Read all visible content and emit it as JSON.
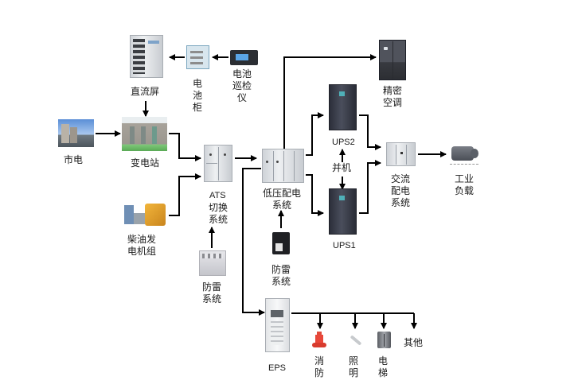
{
  "diagram": {
    "title": "",
    "nodes": {
      "city_power": {
        "label": "市电",
        "icon": "power-plant-icon"
      },
      "substation": {
        "label": "变电站",
        "icon": "substation-icon"
      },
      "dc_panel": {
        "label": "直流屏",
        "icon": "dc-panel-icon"
      },
      "battery_cabinet": {
        "label": "电\n池\n柜",
        "icon": "battery-cabinet-icon"
      },
      "battery_monitor": {
        "label": "电池\n巡检\n仪",
        "icon": "battery-monitor-icon"
      },
      "diesel_generator": {
        "label": "柴油发\n电机组",
        "icon": "diesel-generator-icon"
      },
      "ats": {
        "label_en": "ATS",
        "label": "切换\n系统",
        "icon": "ats-cabinet-icon"
      },
      "lightning_ats": {
        "label": "防雷\n系统",
        "icon": "surge-protector-icon"
      },
      "lv_distribution": {
        "label": "低压配电\n系统",
        "icon": "lv-switchgear-icon"
      },
      "lightning_lv": {
        "label": "防雷\n系统",
        "icon": "surge-protector-dark-icon"
      },
      "precision_ac": {
        "label": "精密\n空调",
        "icon": "precision-ac-icon"
      },
      "ups2": {
        "label": "UPS2",
        "icon": "ups-icon"
      },
      "ups1": {
        "label": "UPS1",
        "icon": "ups-icon"
      },
      "parallel": {
        "label": "并机"
      },
      "ac_distribution": {
        "label": "交流\n配电\n系统",
        "icon": "ac-distribution-icon"
      },
      "industrial_load": {
        "label": "工业\n负载",
        "icon": "motor-icon"
      },
      "eps": {
        "label": "EPS",
        "icon": "eps-cabinet-icon"
      },
      "fire": {
        "label": "消\n防",
        "icon": "fire-hydrant-icon"
      },
      "lighting": {
        "label": "照\n明",
        "icon": "lamp-icon"
      },
      "elevator": {
        "label": "电\n梯",
        "icon": "elevator-icon"
      },
      "others": {
        "label": "其他"
      }
    },
    "edges": [
      [
        "battery_monitor",
        "battery_cabinet"
      ],
      [
        "battery_cabinet",
        "dc_panel"
      ],
      [
        "dc_panel",
        "substation"
      ],
      [
        "city_power",
        "substation"
      ],
      [
        "substation",
        "ats"
      ],
      [
        "diesel_generator",
        "ats"
      ],
      [
        "lightning_ats",
        "ats"
      ],
      [
        "ats",
        "lv_distribution"
      ],
      [
        "lightning_lv",
        "lv_distribution"
      ],
      [
        "lv_distribution",
        "precision_ac"
      ],
      [
        "lv_distribution",
        "ups2"
      ],
      [
        "lv_distribution",
        "ups1"
      ],
      [
        "lv_distribution",
        "eps"
      ],
      [
        "ups2",
        "ac_distribution"
      ],
      [
        "ups1",
        "ac_distribution"
      ],
      [
        "ups2",
        "ups1",
        "bidirectional-parallel"
      ],
      [
        "ac_distribution",
        "industrial_load"
      ],
      [
        "eps",
        "fire"
      ],
      [
        "eps",
        "lighting"
      ],
      [
        "eps",
        "elevator"
      ],
      [
        "eps",
        "others"
      ]
    ],
    "colors": {
      "line": "#000000",
      "background": "#ffffff"
    }
  }
}
